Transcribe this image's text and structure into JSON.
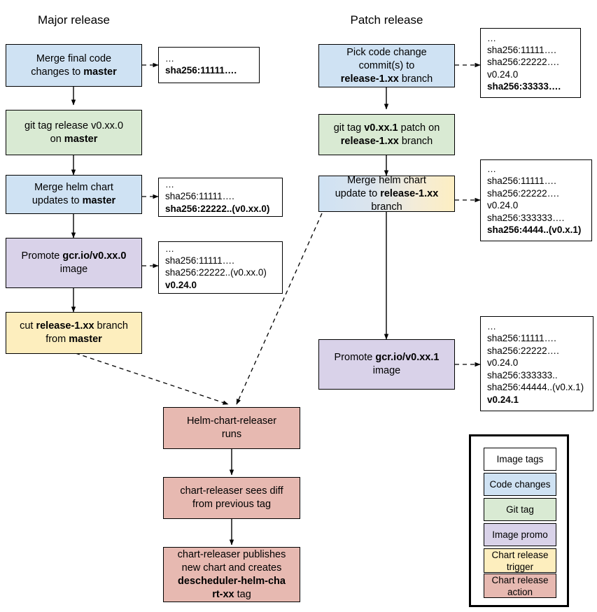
{
  "columns": {
    "major_title": "Major release",
    "patch_title": "Patch release"
  },
  "major_flow": {
    "n1": {
      "line1": "Merge final code",
      "line2a": "changes to ",
      "line2b": "master",
      "type": "Code changes"
    },
    "n2": {
      "line1": "git tag release v0.xx.0",
      "line2a": "on ",
      "line2b": "master",
      "type": "Git tag"
    },
    "n3": {
      "line1": "Merge helm chart",
      "line2a": "updates to ",
      "line2b": "master",
      "type": "Code changes"
    },
    "n4": {
      "line1a": "Promote ",
      "line1b": "gcr.io/v0.xx.0",
      "line2": "image",
      "type": "Image promo"
    },
    "n5": {
      "line1a": "cut ",
      "line1b": "release-1.xx",
      "line1c": " branch",
      "line2a": "from ",
      "line2b": "master",
      "type": "Chart release trigger"
    }
  },
  "patch_flow": {
    "p1": {
      "line1": "Pick code change",
      "line2": "commit(s) to",
      "line3a": "release-1.xx",
      "line3b": " branch",
      "type": "Code changes"
    },
    "p2": {
      "line1a": "git tag ",
      "line1b": "v0.xx.1",
      "line1c": " patch on",
      "line2a": "release-1.xx",
      "line2b": " branch",
      "type": "Git tag"
    },
    "p3": {
      "line1": "Merge helm chart",
      "line2a": "update to ",
      "line2b": "release-1.xx",
      "line3": "branch",
      "type": "Code changes + Chart release trigger"
    },
    "p4": {
      "line1a": "Promote ",
      "line1b": "gcr.io/v0.xx.1",
      "line2": "image",
      "type": "Image promo"
    }
  },
  "release_flow": {
    "r1": {
      "line1": "Helm-chart-releaser",
      "line2": "runs",
      "type": "Chart release action"
    },
    "r2": {
      "line1": "chart-releaser sees diff",
      "line2": "from previous tag",
      "type": "Chart release action"
    },
    "r3": {
      "line1": "chart-releaser publishes",
      "line2": "new chart and creates",
      "line3b": "descheduler-helm-cha",
      "line4b": "rt-xx",
      "line4c": " tag",
      "type": "Chart release action"
    }
  },
  "info_boxes": {
    "i1": {
      "lines": [
        {
          "t": "…",
          "bold": false,
          "dots": true
        },
        {
          "t": "sha256:11111….",
          "bold": true
        }
      ]
    },
    "i2": {
      "lines": [
        {
          "t": "…",
          "bold": false,
          "dots": true
        },
        {
          "t": "sha256:11111….",
          "bold": false
        },
        {
          "t": "sha256:22222..(v0.xx.0)",
          "bold": true
        }
      ]
    },
    "i3": {
      "lines": [
        {
          "t": "…",
          "bold": false,
          "dots": true
        },
        {
          "t": "sha256:11111….",
          "bold": false
        },
        {
          "t": "sha256:22222..(v0.xx.0)",
          "bold": false
        },
        {
          "t": "v0.24.0",
          "bold": true
        }
      ]
    },
    "i4": {
      "lines": [
        {
          "t": "…",
          "bold": false,
          "dots": true
        },
        {
          "t": "sha256:11111….",
          "bold": false
        },
        {
          "t": "sha256:22222….",
          "bold": false
        },
        {
          "t": "v0.24.0",
          "bold": false
        },
        {
          "t": "sha256:33333….",
          "bold": true
        }
      ]
    },
    "i5": {
      "lines": [
        {
          "t": "…",
          "bold": false,
          "dots": true
        },
        {
          "t": "sha256:11111….",
          "bold": false
        },
        {
          "t": "sha256:22222….",
          "bold": false
        },
        {
          "t": "v0.24.0",
          "bold": false
        },
        {
          "t": "sha256:333333….",
          "bold": false
        },
        {
          "t": "sha256:4444..(v0.x.1)",
          "bold": true
        }
      ]
    },
    "i6": {
      "lines": [
        {
          "t": "…",
          "bold": false,
          "dots": true
        },
        {
          "t": "sha256:11111….",
          "bold": false
        },
        {
          "t": "sha256:22222….",
          "bold": false
        },
        {
          "t": "v0.24.0",
          "bold": false
        },
        {
          "t": "sha256:333333..",
          "bold": false
        },
        {
          "t": "sha256:44444..(v0.x.1)",
          "bold": false
        },
        {
          "t": "v0.24.1",
          "bold": true
        }
      ]
    }
  },
  "legend": {
    "items": [
      {
        "label": "Image tags",
        "color": "#ffffff"
      },
      {
        "label": "Code changes",
        "color": "#cfe2f3"
      },
      {
        "label": "Git tag",
        "color": "#d9ead3"
      },
      {
        "label": "Image promo",
        "color": "#d9d2e9"
      },
      {
        "label": "Chart release trigger",
        "label_l1": "Chart release",
        "label_l2": "trigger",
        "color": "#fdeebe"
      },
      {
        "label": "Chart release action",
        "label_l1": "Chart release",
        "label_l2": "action",
        "color": "#e7b9b1"
      }
    ]
  },
  "palette": {
    "code_changes": "#cfe2f3",
    "git_tag": "#d9ead3",
    "image_promo": "#d9d2e9",
    "chart_release_trigger": "#fdeebe",
    "chart_release_action": "#e7b9b1",
    "image_tags": "#ffffff",
    "stroke": "#000000"
  }
}
